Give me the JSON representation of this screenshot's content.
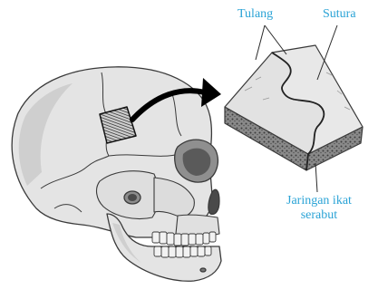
{
  "labels": {
    "bone": "Tulang",
    "suture": "Sutura",
    "tissue_line1": "Jaringan ikat",
    "tissue_line2": "serabut"
  },
  "colors": {
    "label": "#2aa3d6",
    "bone_fill": "#e6e6e6",
    "outline": "#3a3a3a",
    "tissue": "#6b6b6b"
  }
}
